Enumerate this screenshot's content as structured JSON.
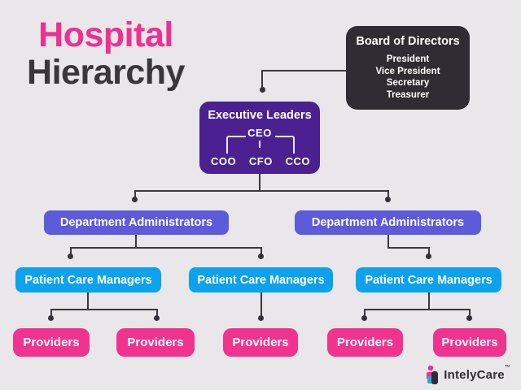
{
  "title": {
    "line1": "Hospital",
    "line2": "Hierarchy"
  },
  "board_of_directors": {
    "title": "Board of Directors",
    "members": [
      "President",
      "Vice President",
      "Secretary",
      "Treasurer"
    ]
  },
  "executive_leaders": {
    "title": "Executive Leaders",
    "top_role": "CEO",
    "sub_roles": [
      "COO",
      "CFO",
      "CCO"
    ]
  },
  "department_administrators": {
    "left_label": "Department Administrators",
    "right_label": "Department Administrators"
  },
  "patient_care_managers": {
    "left_label": "Patient Care Managers",
    "middle_label": "Patient Care Managers",
    "right_label": "Patient Care Managers"
  },
  "providers": {
    "labels": [
      "Providers",
      "Providers",
      "Providers",
      "Providers",
      "Providers"
    ]
  },
  "logo": {
    "brand": "IntelyCare",
    "trademark": "™"
  },
  "colors": {
    "background": "#E9E7EA",
    "title_pink": "#F0308F",
    "title_dark": "#39363C",
    "board_bg": "#2F2D33",
    "executive_purple": "#4B2191",
    "admin_indigo": "#5C5BD9",
    "manager_blue": "#0DA2EE",
    "provider_pink": "#F0338F",
    "connector": "#3A373D",
    "node_text": "#FFFFFF"
  }
}
